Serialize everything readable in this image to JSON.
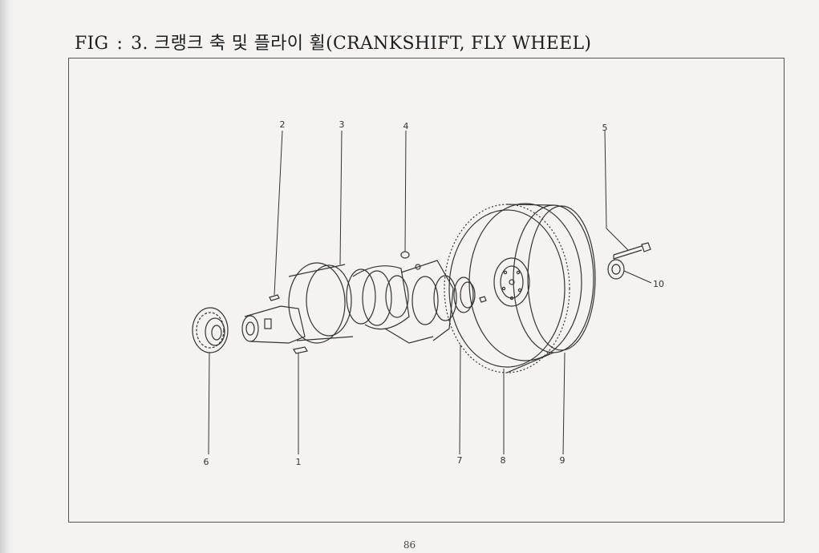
{
  "figure": {
    "label": "FIG",
    "separator": ":",
    "number": "3.",
    "title_korean": "크랭크 축 및 플라이 휠",
    "title_english": "(CRANKSHIFT, FLY WHEEL)"
  },
  "callouts": [
    "1",
    "2",
    "3",
    "4",
    "5",
    "6",
    "7",
    "8",
    "9",
    "10"
  ],
  "page_number": "86"
}
